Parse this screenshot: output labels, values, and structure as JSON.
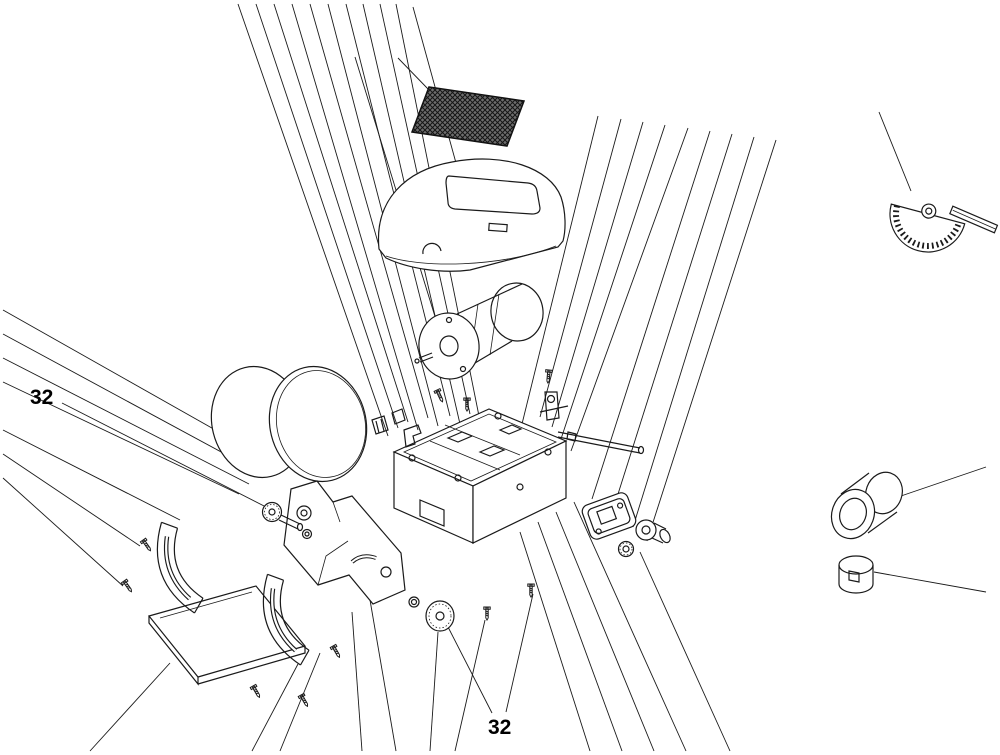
{
  "figure": {
    "type": "exploded-parts-diagram",
    "background": "#ffffff",
    "line_color": "#1a1a1a",
    "labels": [
      {
        "id": "left",
        "text": "32"
      },
      {
        "id": "bottom",
        "text": "32"
      }
    ],
    "parts": [
      "abrasive-pad",
      "top-cover",
      "motor",
      "sanding-discs",
      "base-housing",
      "wire-clips",
      "shaft-assembly",
      "switch-plate",
      "switch-knobs",
      "miter-gauge",
      "dust-port",
      "end-cap",
      "table",
      "trunnion-bracket",
      "arc-brackets",
      "lock-knobs",
      "washers",
      "screws",
      "leader-lines"
    ]
  }
}
